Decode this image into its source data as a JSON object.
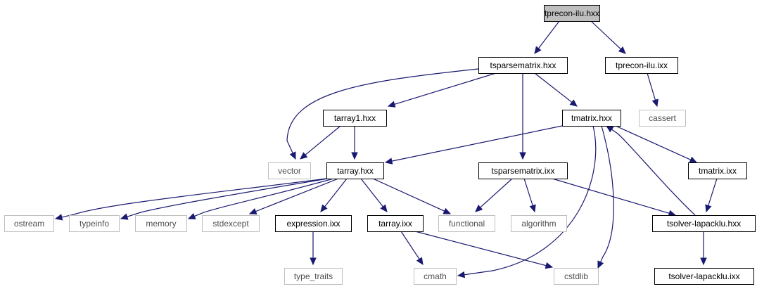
{
  "colors": {
    "edge": "#191970",
    "root_fill": "#bfbfbf",
    "node_border": "#000000",
    "external_border": "#bfbfbf",
    "external_text": "#505050"
  },
  "nodes": {
    "tprecon_ilu_hxx": {
      "label": "tprecon-ilu.hxx",
      "kind": "root"
    },
    "tsparsematrix_hxx": {
      "label": "tsparsematrix.hxx",
      "kind": "local"
    },
    "tprecon_ilu_ixx": {
      "label": "tprecon-ilu.ixx",
      "kind": "local"
    },
    "tarray1_hxx": {
      "label": "tarray1.hxx",
      "kind": "local"
    },
    "tmatrix_hxx": {
      "label": "tmatrix.hxx",
      "kind": "local"
    },
    "cassert": {
      "label": "cassert",
      "kind": "external"
    },
    "vector": {
      "label": "vector",
      "kind": "external"
    },
    "tarray_hxx": {
      "label": "tarray.hxx",
      "kind": "local"
    },
    "tsparsematrix_ixx": {
      "label": "tsparsematrix.ixx",
      "kind": "local"
    },
    "tmatrix_ixx": {
      "label": "tmatrix.ixx",
      "kind": "local"
    },
    "ostream": {
      "label": "ostream",
      "kind": "external"
    },
    "typeinfo": {
      "label": "typeinfo",
      "kind": "external"
    },
    "memory": {
      "label": "memory",
      "kind": "external"
    },
    "stdexcept": {
      "label": "stdexcept",
      "kind": "external"
    },
    "expression_ixx": {
      "label": "expression.ixx",
      "kind": "local"
    },
    "tarray_ixx": {
      "label": "tarray.ixx",
      "kind": "local"
    },
    "functional": {
      "label": "functional",
      "kind": "external"
    },
    "algorithm": {
      "label": "algorithm",
      "kind": "external"
    },
    "tsolver_lapacklu_hxx": {
      "label": "tsolver-lapacklu.hxx",
      "kind": "local"
    },
    "type_traits": {
      "label": "type_traits",
      "kind": "external"
    },
    "cmath": {
      "label": "cmath",
      "kind": "external"
    },
    "cstdlib": {
      "label": "cstdlib",
      "kind": "external"
    },
    "tsolver_lapacklu_ixx": {
      "label": "tsolver-lapacklu.ixx",
      "kind": "local"
    }
  },
  "edges": [
    [
      "tprecon_ilu_hxx",
      "tsparsematrix_hxx"
    ],
    [
      "tprecon_ilu_hxx",
      "tprecon_ilu_ixx"
    ],
    [
      "tsparsematrix_hxx",
      "vector"
    ],
    [
      "tsparsematrix_hxx",
      "tarray1_hxx"
    ],
    [
      "tsparsematrix_hxx",
      "tsparsematrix_ixx"
    ],
    [
      "tsparsematrix_hxx",
      "tmatrix_hxx"
    ],
    [
      "tprecon_ilu_ixx",
      "cassert"
    ],
    [
      "tarray1_hxx",
      "vector"
    ],
    [
      "tarray1_hxx",
      "tarray_hxx"
    ],
    [
      "tmatrix_hxx",
      "tarray_hxx"
    ],
    [
      "tmatrix_hxx",
      "tmatrix_ixx"
    ],
    [
      "tmatrix_hxx",
      "cmath"
    ],
    [
      "tmatrix_hxx",
      "cstdlib"
    ],
    [
      "tarray_hxx",
      "ostream"
    ],
    [
      "tarray_hxx",
      "typeinfo"
    ],
    [
      "tarray_hxx",
      "memory"
    ],
    [
      "tarray_hxx",
      "stdexcept"
    ],
    [
      "tarray_hxx",
      "expression_ixx"
    ],
    [
      "tarray_hxx",
      "tarray_ixx"
    ],
    [
      "tarray_hxx",
      "functional"
    ],
    [
      "tsparsematrix_ixx",
      "functional"
    ],
    [
      "tsparsematrix_ixx",
      "algorithm"
    ],
    [
      "tsparsematrix_ixx",
      "tsolver_lapacklu_hxx"
    ],
    [
      "tmatrix_ixx",
      "tsolver_lapacklu_hxx"
    ],
    [
      "tsolver_lapacklu_hxx",
      "tmatrix_hxx"
    ],
    [
      "tsolver_lapacklu_hxx",
      "tsolver_lapacklu_ixx"
    ],
    [
      "expression_ixx",
      "type_traits"
    ],
    [
      "tarray_ixx",
      "cmath"
    ],
    [
      "tarray_ixx",
      "cstdlib"
    ]
  ]
}
